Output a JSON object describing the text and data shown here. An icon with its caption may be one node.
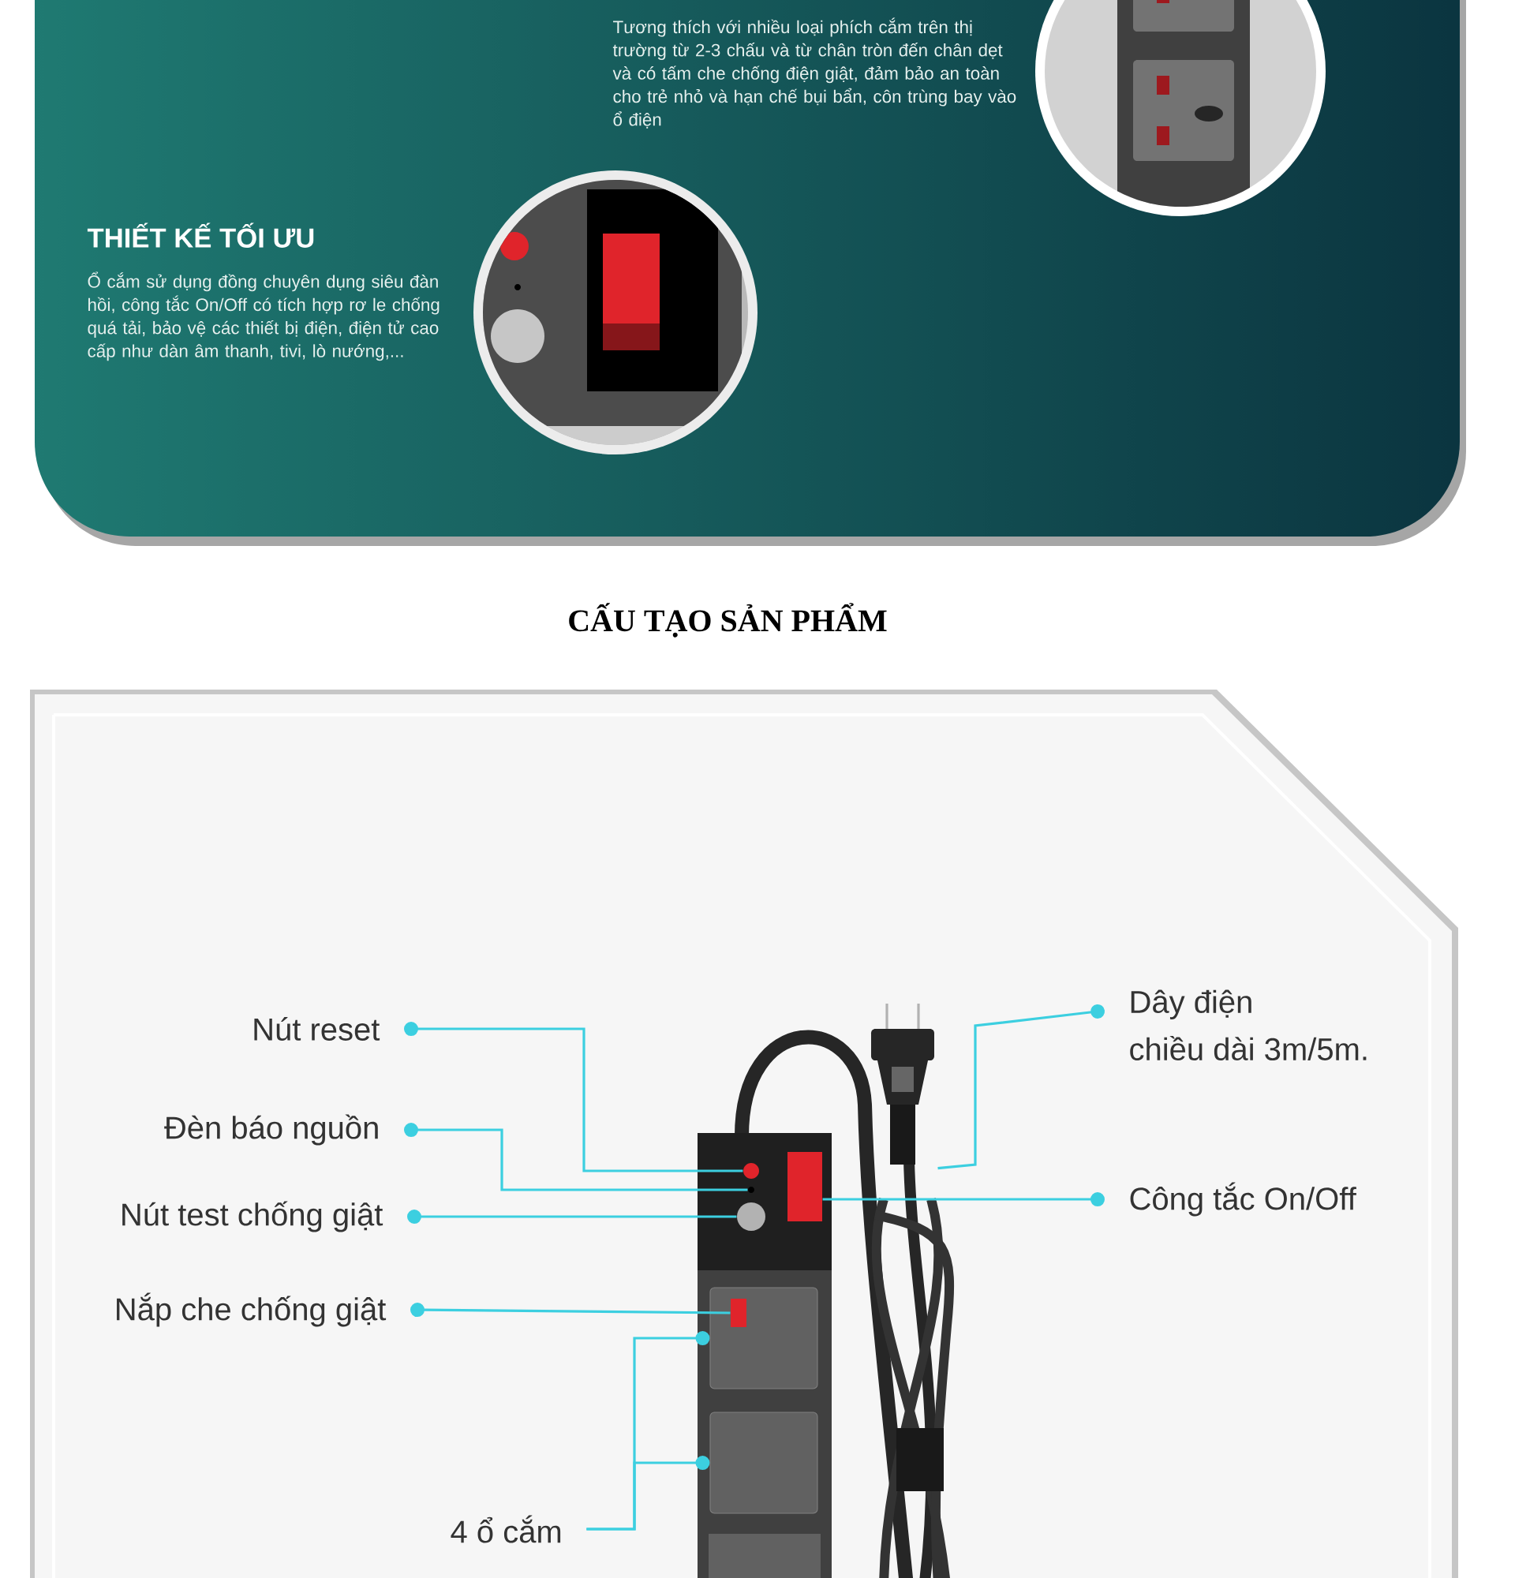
{
  "diagram": {
    "title": "CẤU TẠO SẢN PHẨM",
    "nodes": [
      {
        "text": [
          "Nút reset"
        ]
      },
      {
        "text": [
          "Đèn báo nguồn"
        ]
      },
      {
        "text": [
          "Nút test chống giật"
        ]
      },
      {
        "text": [
          "Nắp che chống giật"
        ]
      },
      {
        "text": [
          "4 ổ cắm"
        ]
      },
      {
        "text": [
          "Dây điện",
          "chiều dài 3m/5m."
        ]
      },
      {
        "text": [
          "Công tắc On/Off"
        ]
      },
      {
        "text": [],
        "shape": "circle"
      },
      {
        "text": [],
        "shape": "circle"
      },
      {
        "text": [],
        "shape": "circle"
      },
      {
        "text": [],
        "shape": "box",
        "in": 11
      },
      {
        "text": [],
        "shape": "box"
      },
      {
        "text": [],
        "shape": "box"
      },
      {
        "text": [],
        "shape": "picture"
      },
      {
        "text": [],
        "shape": "box"
      }
    ],
    "edges": [
      {
        "from": 0,
        "to": 7,
        "arrow": "other"
      },
      {
        "from": 1,
        "to": 8,
        "arrow": "other"
      },
      {
        "from": 2,
        "to": 9,
        "arrow": "other"
      },
      {
        "from": 3,
        "to": 10,
        "arrow": "other"
      },
      {
        "from": 4,
        "to": 11,
        "arrow": "other"
      },
      {
        "from": 4,
        "to": 12,
        "arrow": "other"
      },
      {
        "from": 5,
        "to": 13,
        "arrow": "other"
      },
      {
        "from": 6,
        "to": 14,
        "arrow": "other"
      }
    ],
    "labels": [
      "Tương thích với nhiều loại phích cắm trên thị trường từ 2-3 chấu và từ chân tròn đến chân dẹt và có tấm che chống điện giật, đảm bảo an toàn cho trẻ nhỏ và hạn chế bụi bẩn, côn trùng bay vào ổ điện",
      "THIẾT KẾ TỐI ƯU",
      "Ổ cắm sử dụng đồng chuyên dụng siêu đàn hồi, công tắc On/Off có tích hợp rơ le chống quá tải, bảo vệ các thiết bị điện, điện tử cao cấp như dàn âm thanh, tivi, lò nướng,..."
    ]
  }
}
